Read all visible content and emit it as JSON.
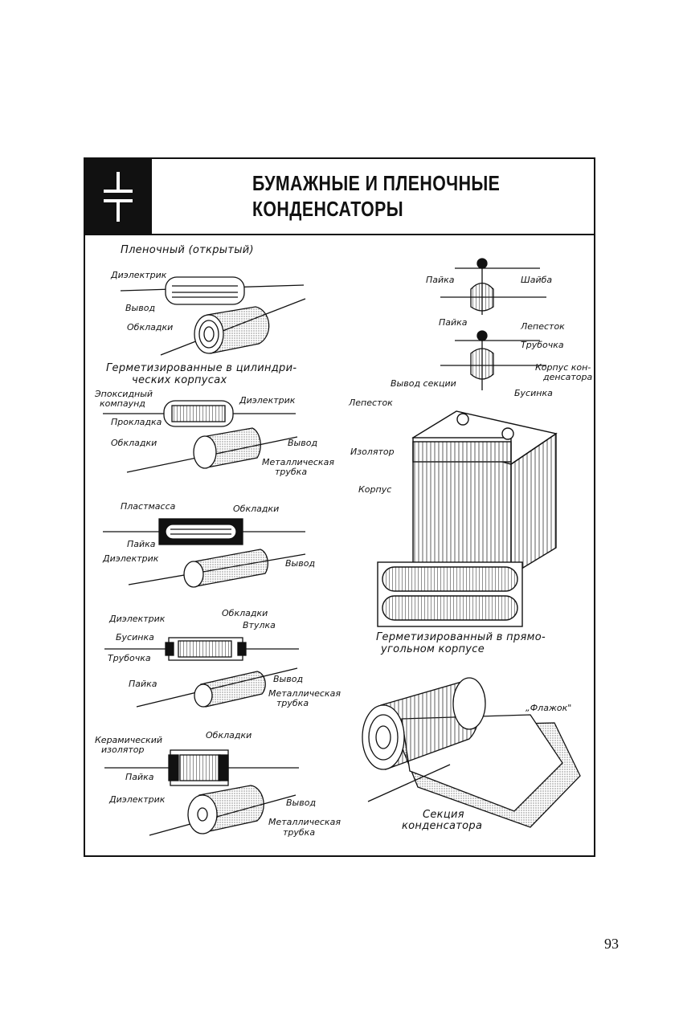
{
  "header": {
    "title_line1": "БУМАЖНЫЕ И ПЛЕНОЧНЫЕ",
    "title_line2": "КОНДЕНСАТОРЫ",
    "icon": "capacitor-symbol-icon"
  },
  "sections": {
    "film_open": {
      "caption": "Пленочный (открытый)",
      "labels": {
        "dielectric": "Диэлектрик",
        "lead": "Вывод",
        "plates": "Обкладки"
      }
    },
    "sealed_cyl": {
      "caption_l1": "Герметизированные в цилиндри-",
      "caption_l2": "ческих корпусах",
      "labels": {
        "epoxy_l1": "Эпоксидный",
        "epoxy_l2": "компаунд",
        "dielectric": "Диэлектрик",
        "gasket": "Прокладка",
        "plates": "Обкладки",
        "lead": "Вывод",
        "tube_l1": "Металлическая",
        "tube_l2": "трубка"
      }
    },
    "plastic": {
      "labels": {
        "plastic": "Пластмасса",
        "plates": "Обкладки",
        "solder": "Пайка",
        "dielectric": "Диэлектрик",
        "lead": "Вывод"
      }
    },
    "metal_tube": {
      "labels": {
        "dielectric": "Диэлектрик",
        "plates": "Обкладки",
        "bushing": "Втулка",
        "bead": "Бусинка",
        "tube": "Трубочка",
        "solder": "Пайка",
        "lead": "Вывод",
        "mtube_l1": "Металлическая",
        "mtube_l2": "трубка"
      }
    },
    "ceramic": {
      "labels": {
        "insul_l1": "Керамический",
        "insul_l2": "изолятор",
        "plates": "Обкладки",
        "solder": "Пайка",
        "dielectric": "Диэлектрик",
        "lead": "Вывод",
        "mtube_l1": "Металлическая",
        "mtube_l2": "трубка"
      }
    },
    "terminal_details": {
      "labels": {
        "solder1": "Пайка",
        "washer": "Шайба",
        "solder2": "Пайка",
        "petal": "Лепесток",
        "tube": "Трубочка",
        "case_l1": "Корпус кон-",
        "case_l2": "денсатора",
        "section_lead": "Вывод секции",
        "bead": "Бусинка"
      }
    },
    "rect_case": {
      "labels": {
        "petal": "Лепесток",
        "insulator": "Изолятор",
        "case": "Корпус"
      },
      "caption_l1": "Герметизированный в прямо-",
      "caption_l2": "угольном корпусе"
    },
    "roll_section": {
      "labels": {
        "flag": "„Флажок\""
      },
      "caption_l1": "Секция",
      "caption_l2": "конденсатора"
    }
  },
  "page_number": "93"
}
